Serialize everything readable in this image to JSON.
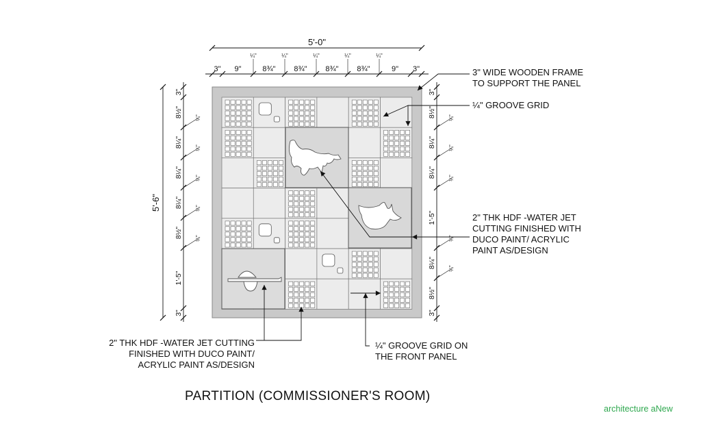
{
  "drawing": {
    "title": "PARTITION (COMMISSIONER'S ROOM)",
    "brand": "architecture aNew",
    "overall_width": "5'-0\"",
    "overall_height": "5'-6\"",
    "top_dims": [
      "3\"",
      "9\"",
      "8¾\"",
      "8¾\"",
      "8¾\"",
      "8¾\"",
      "9\"",
      "3\""
    ],
    "top_groove": "¼\"",
    "left_dims": [
      "3\"",
      "8½\"",
      "8¼\"",
      "8¼\"",
      "8¼\"",
      "8½\"",
      "1'-5\"",
      "3\""
    ],
    "left_groove": "¼\"",
    "right_dims": [
      "3\"",
      "8½\"",
      "8¼\"",
      "8¼\"",
      "1'-5\"",
      "8¼\"",
      "8½\"",
      "3\""
    ],
    "right_groove": "¼\"",
    "notes": {
      "frame": [
        "3\" WIDE WOODEN FRAME",
        "TO SUPPORT THE PANEL"
      ],
      "groove": [
        "¼\" GROOVE GRID"
      ],
      "hdf_right": [
        "2\" THK HDF -WATER JET",
        "CUTTING FINISHED WITH",
        "DUCO PAINT/ ACRYLIC",
        "PAINT AS/DESIGN"
      ],
      "hdf_bottom": [
        "2\" THK HDF -WATER JET CUTTING",
        "FINISHED WITH DUCO PAINT/",
        "ACRYLIC PAINT AS/DESIGN"
      ],
      "groove_front": [
        "¼\" GROOVE GRID ON",
        "THE FRONT PANEL"
      ]
    }
  },
  "colors": {
    "frame": "#c9c9c9",
    "cell_light": "#ececec",
    "cell_mid": "#dedede",
    "line": "#111111",
    "brand": "#2fa84f"
  }
}
